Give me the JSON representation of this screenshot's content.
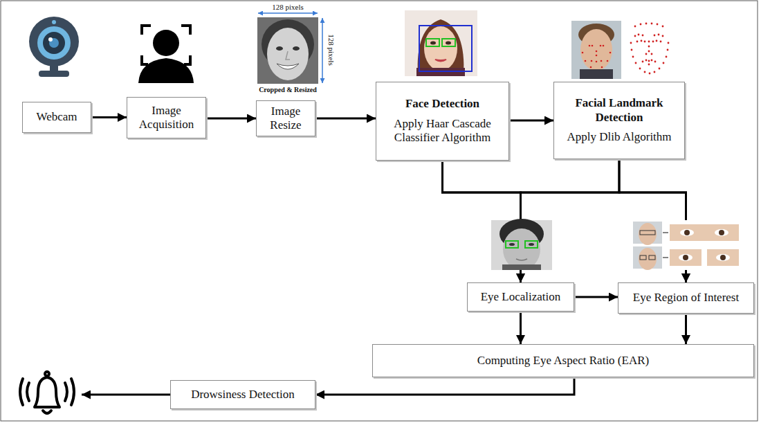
{
  "diagram": {
    "nodes": [
      {
        "text": [
          "Webcam"
        ]
      },
      {
        "text": [
          "Image Acquisition"
        ]
      },
      {
        "text": [
          "Image Resize"
        ]
      },
      {
        "text": [
          "Face Detection",
          "Apply Haar Cascade Classifier Algorithm"
        ]
      },
      {
        "text": [
          "Facial Landmark Detection",
          "Apply Dlib Algorithm"
        ]
      },
      {
        "text": [
          "Eye Localization"
        ]
      },
      {
        "text": [
          "Eye Region of Interest"
        ]
      },
      {
        "text": [
          "Computing Eye Aspect Ratio (EAR)"
        ]
      },
      {
        "text": [
          "Drowsiness Detection"
        ]
      }
    ],
    "edges": [
      {
        "from": 0,
        "to": 1,
        "arrow": "to"
      },
      {
        "from": 1,
        "to": 2,
        "arrow": "to"
      },
      {
        "from": 2,
        "to": 3,
        "arrow": "to"
      },
      {
        "from": 3,
        "to": 4,
        "arrow": "to"
      },
      {
        "from": 3,
        "to": 5,
        "arrow": "to"
      },
      {
        "from": 3,
        "to": 6,
        "arrow": "to"
      },
      {
        "from": 4,
        "to": 5,
        "arrow": "to"
      },
      {
        "from": 4,
        "to": 6,
        "arrow": "to"
      },
      {
        "from": 5,
        "to": 6,
        "arrow": "to"
      },
      {
        "from": 5,
        "to": 7,
        "arrow": "to"
      },
      {
        "from": 6,
        "to": 7,
        "arrow": "to"
      },
      {
        "from": 7,
        "to": 8,
        "arrow": "to"
      }
    ],
    "labels": [
      "128 pixels",
      "128 pixels",
      "Cropped & Resized"
    ]
  }
}
